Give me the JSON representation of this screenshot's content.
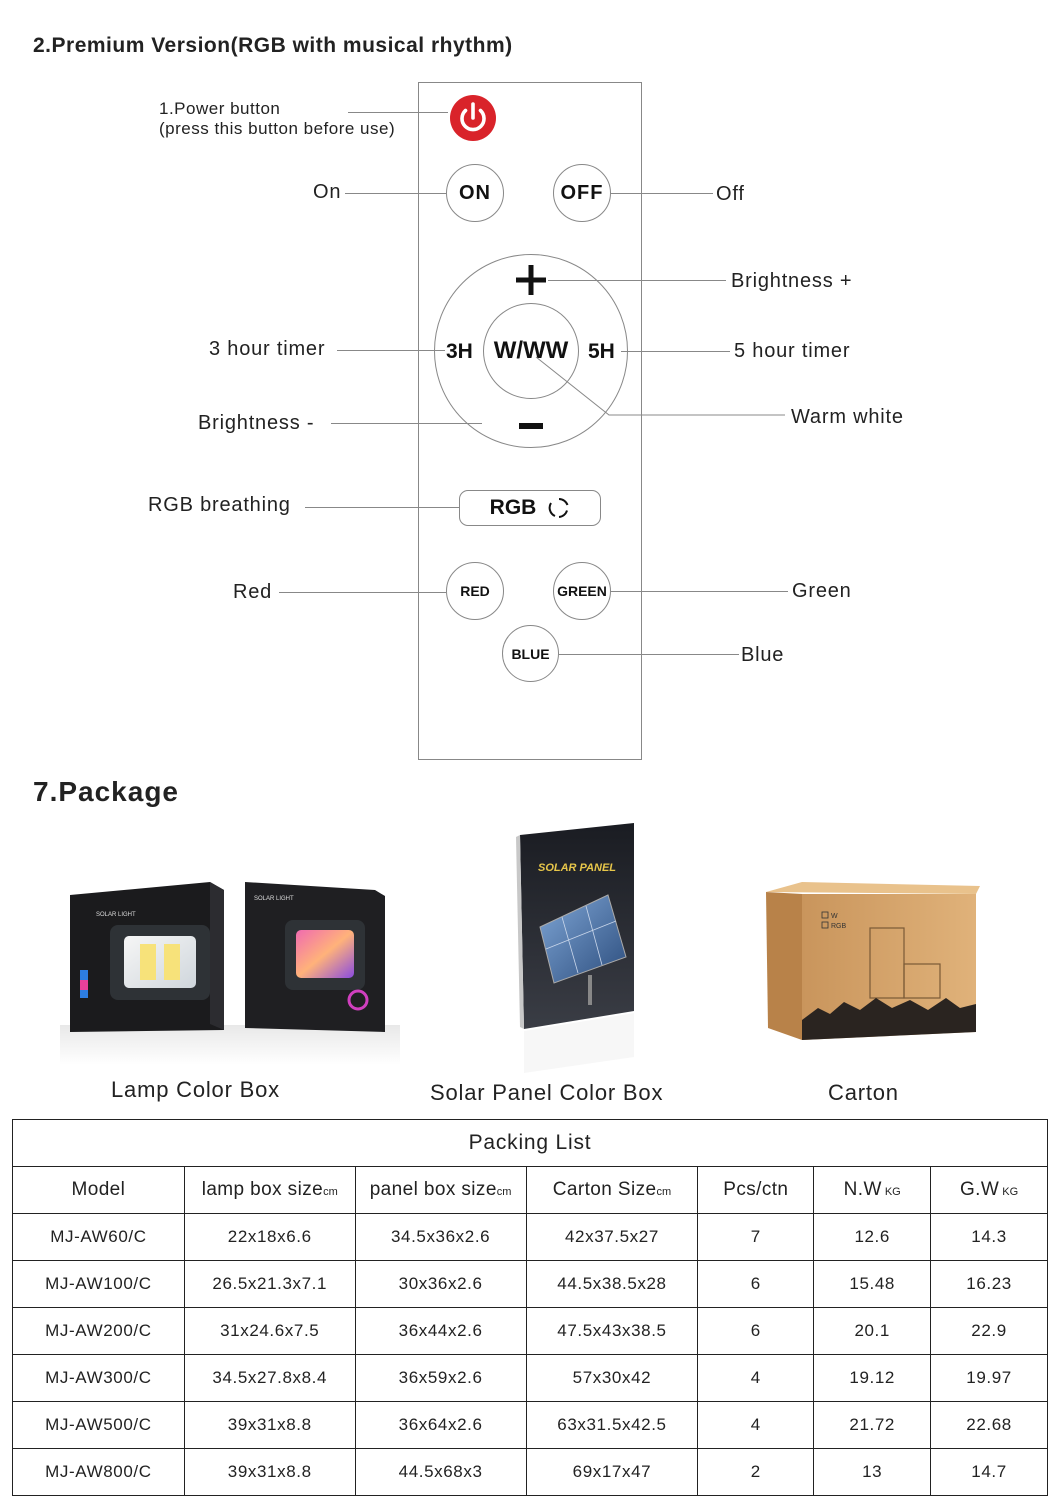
{
  "section_remote": {
    "title": "2.Premium Version(RGB with musical rhythm)",
    "annotations": {
      "power_1": "1.Power button",
      "power_2": "(press this button before use)",
      "on": "On",
      "off": "Off",
      "brightness_plus": "Brightness +",
      "timer_3h": "3 hour timer",
      "timer_5h": "5 hour timer",
      "warm_white": "Warm white",
      "brightness_minus": "Brightness -",
      "rgb_breathing": "RGB breathing",
      "red": "Red",
      "green": "Green",
      "blue": "Blue"
    },
    "buttons": {
      "on": "ON",
      "off": "OFF",
      "h3": "3H",
      "ww": "W/WW",
      "h5": "5H",
      "rgb": "RGB",
      "red": "RED",
      "green": "GREEN",
      "blue": "BLUE"
    },
    "colors": {
      "power": "#d9232a",
      "line": "#888888"
    }
  },
  "section_package": {
    "title": "7.Package",
    "items": [
      {
        "caption": "Lamp Color Box",
        "box_text": "SOLAR LIGHT"
      },
      {
        "caption": "Solar Panel Color Box",
        "box_text": "SOLAR PANEL"
      },
      {
        "caption": "Carton",
        "check_w": "W",
        "check_rgb": "RGB"
      }
    ]
  },
  "packing_list": {
    "title": "Packing List",
    "headers": [
      {
        "label": "Model",
        "unit": ""
      },
      {
        "label": "lamp box size",
        "unit": "cm"
      },
      {
        "label": "panel box size",
        "unit": "cm"
      },
      {
        "label": "Carton Size",
        "unit": "cm"
      },
      {
        "label": "Pcs/ctn",
        "unit": ""
      },
      {
        "label": "N.W",
        "unit": " KG"
      },
      {
        "label": "G.W",
        "unit": " KG"
      }
    ],
    "rows": [
      [
        "MJ-AW60/C",
        "22x18x6.6",
        "34.5x36x2.6",
        "42x37.5x27",
        "7",
        "12.6",
        "14.3"
      ],
      [
        "MJ-AW100/C",
        "26.5x21.3x7.1",
        "30x36x2.6",
        "44.5x38.5x28",
        "6",
        "15.48",
        "16.23"
      ],
      [
        "MJ-AW200/C",
        "31x24.6x7.5",
        "36x44x2.6",
        "47.5x43x38.5",
        "6",
        "20.1",
        "22.9"
      ],
      [
        "MJ-AW300/C",
        "34.5x27.8x8.4",
        "36x59x2.6",
        "57x30x42",
        "4",
        "19.12",
        "19.97"
      ],
      [
        "MJ-AW500/C",
        "39x31x8.8",
        "36x64x2.6",
        "63x31.5x42.5",
        "4",
        "21.72",
        "22.68"
      ],
      [
        "MJ-AW800/C",
        "39x31x8.8",
        "44.5x68x3",
        "69x17x47",
        "2",
        "13",
        "14.7"
      ]
    ]
  }
}
